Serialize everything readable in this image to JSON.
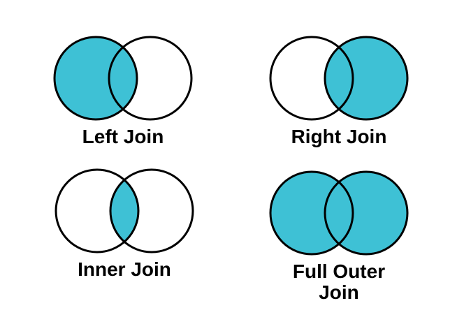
{
  "colors": {
    "fill": "#3EC1D5",
    "stroke": "#000000",
    "background": "#FFFFFF",
    "label_text": "#000000"
  },
  "diagrams": [
    {
      "id": "left-join",
      "label": "Left Join",
      "shaded": [
        "left",
        "intersection"
      ]
    },
    {
      "id": "right-join",
      "label": "Right Join",
      "shaded": [
        "right",
        "intersection"
      ]
    },
    {
      "id": "inner-join",
      "label": "Inner Join",
      "shaded": [
        "intersection"
      ]
    },
    {
      "id": "full-outer-join",
      "label": "Full Outer Join",
      "shaded": [
        "left",
        "right",
        "intersection"
      ]
    }
  ]
}
